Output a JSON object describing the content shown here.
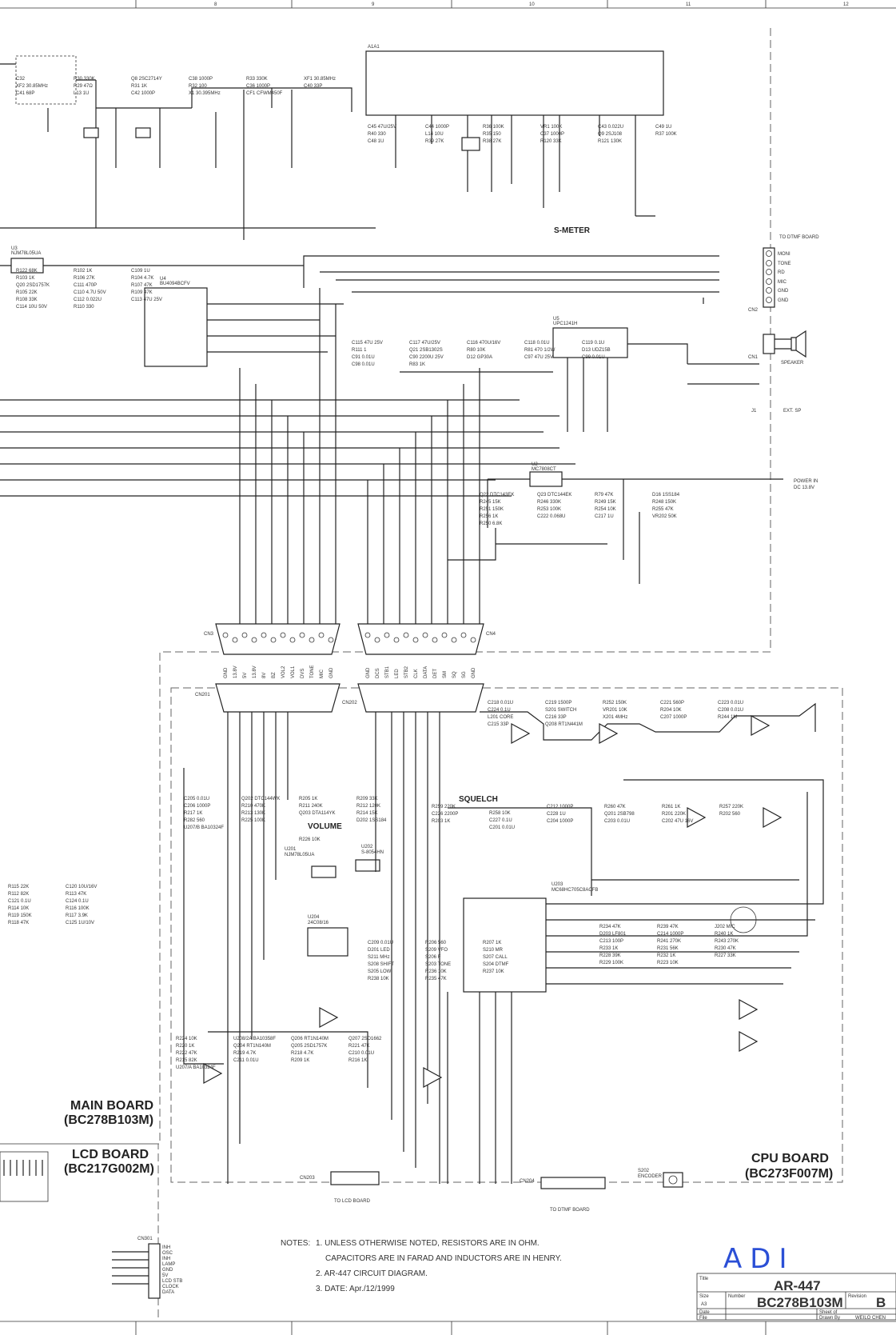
{
  "frame": {
    "columns": [
      "8",
      "9",
      "10",
      "11",
      "12"
    ]
  },
  "boards": {
    "main": {
      "name": "MAIN BOARD",
      "code": "(BC278B103M)"
    },
    "lcd": {
      "name": "LCD BOARD",
      "code": "(BC217G002M)"
    },
    "cpu": {
      "name": "CPU BOARD",
      "code": "(BC273F007M)"
    }
  },
  "sections": {
    "smeter": "S-METER",
    "squelch": "SQUELCH",
    "volume": "VOLUME"
  },
  "ics": {
    "a1a1": "A1A1",
    "u4": "U4",
    "u4_part": "BU4094BCFV",
    "u5": "U5",
    "u5_part": "UPC1241H",
    "u2": "U2",
    "u2_part": "MC7808CT",
    "u3": "U3",
    "u3_part": "NJM78L05UA",
    "u203": "U203",
    "u203_part": "MC68HC705C8ACFB",
    "u201": "U201",
    "u201_part": "NJM78L05UA",
    "u204": "U204",
    "u204_part": "24C08/16",
    "u202": "U202",
    "u202_part": "S-8054HN"
  },
  "connectors": {
    "cn2": "CN2",
    "cn2_title": "TO DTMF BOARD",
    "cn2_pins": [
      "MONI",
      "TONE",
      "RD",
      "MIC",
      "GND",
      "GND"
    ],
    "cn1": "CN1",
    "speaker": "SPEAKER",
    "j1": "J1",
    "ext_sp": "EXT. SP",
    "power_in": "POWER IN",
    "power_v": "DC 13.8V",
    "cn3": "CN3",
    "cn4": "CN4",
    "cn201": "CN201",
    "cn202": "CN202",
    "cn3_pins": [
      "GND",
      "13.8V",
      "5V",
      "13.8V",
      "8V",
      "BZ",
      "VOL2",
      "VOL1",
      "DVS",
      "TONE",
      "MIC",
      "GND"
    ],
    "cn4_pins": [
      "GND",
      "DCS",
      "STB1",
      "LED",
      "STB2",
      "CLK",
      "DATA",
      "DET",
      "SM",
      "SQ",
      "SG",
      "GND"
    ],
    "cn203": "CN203",
    "cn203_title": "TO LCD BOARD",
    "cn204": "CN204",
    "cn204_title": "TO DTMF BOARD",
    "cn301": "CN301",
    "cn301_pins": [
      "INH",
      "OSC",
      "INH",
      "LAMP",
      "GND",
      "5V",
      "LCD STB",
      "CLOCK",
      "DATA"
    ],
    "s202": "S202",
    "s202_part": "ENCODER"
  },
  "components": [
    "C32",
    "R30 330K",
    "Q8 2SC2714Y",
    "C38 1000P",
    "R33 330K",
    "XF1 30.85MHz",
    "XF2 30.85MHz",
    "R29 47Ω",
    "R31 1K",
    "R32 100",
    "C36 1000P",
    "C40 33P",
    "C41 68P",
    "L13 1U",
    "C42 1000P",
    "X1 30.395MHz",
    "CF1 CFWM450F",
    "C45 47U/25V",
    "C44 1000P",
    "R36 100K",
    "VR1 100K",
    "C43 0.022U",
    "C49 1U",
    "R40 330",
    "L14 10U",
    "R35 150",
    "C37 1000P",
    "Q9 2SJ108",
    "R37 100K",
    "C48 1U",
    "R39 27K",
    "R38 27K",
    "R120 33K",
    "R121 130K",
    "R122 68K",
    "R102 1K",
    "C109 1U",
    "R103 1K",
    "R106 27K",
    "R104 4.7K",
    "Q20 2SD1757K",
    "C111 470P",
    "R107 47K",
    "R105 22K",
    "C110 4.7U 50V",
    "R109 47K",
    "R108 33K",
    "C112 0.022U",
    "C113 47U 25V",
    "C114 10U 50V",
    "R110 330",
    "C115 47U 25V",
    "C117 47U/25V",
    "C116 470U/16V",
    "C118 0.01U",
    "C119 0.1U",
    "R111 1",
    "Q21 2SB1302S",
    "R80 10K",
    "R81 470 1/2W",
    "D13 UDZ15B",
    "C91 0.01U",
    "C90 2200U 25V",
    "D12 GP30A",
    "C97 47U 25V",
    "C99 0.01U",
    "C98 0.01U",
    "R83 1K",
    "Q22 DTC143EK",
    "Q23 DTC144EK",
    "R79 47K",
    "D16 1SS184",
    "R245 15K",
    "R246 330K",
    "R249 15K",
    "R248 150K",
    "R251 150K",
    "R253 100K",
    "R254 10K",
    "R255 47K",
    "R256 1K",
    "C222 0.068U",
    "C217 1U",
    "VR202 50K",
    "R250 6.8K",
    "C218 0.01U",
    "C219 1500P",
    "R252 150K",
    "C221 560P",
    "C223 0.01U",
    "C224 0.1U",
    "S201 SWITCH",
    "VR201 10K",
    "R204 10K",
    "C208 0.01U",
    "L201 CORE",
    "C216 33P",
    "X201 4MHz",
    "C207 1000P",
    "R244 1M",
    "C215 33P",
    "Q208 RT1N441M",
    "R259 220K",
    "R258 10K",
    "C212 1000P",
    "R260 47K",
    "R261 1K",
    "R257 220K",
    "C226 2200P",
    "C227 0.1U",
    "C228 1U",
    "Q201 2SB798",
    "R201 220K",
    "R202 560",
    "R203 1K",
    "C201 0.01U",
    "C204 1000P",
    "C203 0.01U",
    "C202 47U 16V",
    "C205 0.01U",
    "Q202 DTC144WK",
    "R205 1K",
    "R209 33K",
    "C206 1000P",
    "R210 470K",
    "R211 240K",
    "R212 120K",
    "R217 1K",
    "R213 130K",
    "Q203 DTA114YK",
    "R214 15K",
    "R282 560",
    "R225 100K",
    "R226 10K",
    "D202 1SS184",
    "U207/B BA10324F",
    "C209 0.01U",
    "R206 560",
    "R207 1K",
    "D201 LED",
    "S209 VFO",
    "S210 MR",
    "S211 MHz",
    "S206 F",
    "S207 CALL",
    "S208 SHIFT",
    "S203 TONE",
    "S204 DTMF",
    "S205 LOW",
    "R236 10K",
    "R237 10K",
    "R238 10K",
    "R235 47K",
    "R234 47K",
    "R239 47K",
    "J202 MIC",
    "D203 LF801",
    "C214 1000P",
    "R240 1K",
    "C213 100P",
    "R241 270K",
    "R243 270K",
    "R233 1K",
    "R231 56K",
    "R230 47K",
    "R228 39K",
    "R232 1K",
    "R227 33K",
    "R229 100K",
    "R223 10K",
    "R224 10K",
    "U208/2A BA10358F",
    "Q206 RT1N140M",
    "Q207 2SD1662",
    "R220 1K",
    "Q204 RT1N140M",
    "Q205 2SD1757K",
    "R221 47K",
    "R222 47K",
    "R219 4.7K",
    "R218 4.7K",
    "C210 0.01U",
    "R215 82K",
    "C211 0.01U",
    "R209 1K",
    "R216 1K",
    "U207/A BA10324F",
    "R115 22K",
    "C120 10U/16V",
    "R112 82K",
    "R113 47K",
    "C121 0.1U",
    "C124 0.1U",
    "R114 10K",
    "R116 100K",
    "R119 150K",
    "R117 3.9K",
    "R118 47K",
    "C125 1U/10V"
  ],
  "notes": {
    "label": "NOTES:",
    "items": [
      "1. UNLESS OTHERWISE NOTED, RESISTORS ARE IN OHM.",
      "CAPACITORS ARE IN FARAD AND INDUCTORS ARE IN HENRY.",
      "2. AR-447 CIRCUIT DIAGRAM.",
      "3. DATE: Apr./12/1999"
    ]
  },
  "handwritten": "ADI",
  "title_block": {
    "title_label": "Title",
    "title": "AR-447",
    "size_label": "Size",
    "size": "A3",
    "number_label": "Number",
    "number": "BC278B103M",
    "revision_label": "Revision",
    "revision": "B",
    "date_label": "Date",
    "file_label": "File",
    "sheet_label": "Sheet of",
    "drawn_label": "Drawn By",
    "drawn_by": "WEILO CHEN"
  }
}
